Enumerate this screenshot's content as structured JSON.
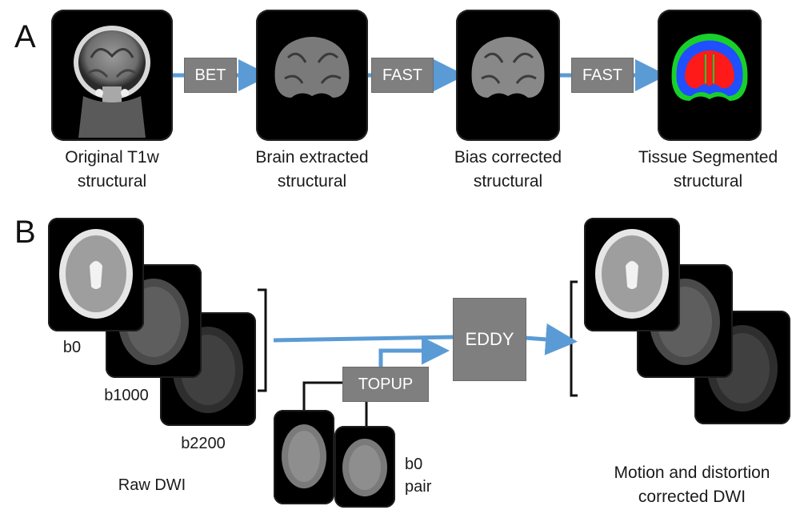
{
  "panel_a": {
    "letter": "A",
    "stages": [
      {
        "line1": "Original T1w",
        "line2": "structural"
      },
      {
        "line1": "Brain extracted",
        "line2": "structural"
      },
      {
        "line1": "Bias corrected",
        "line2": "structural"
      },
      {
        "line1": "Tissue Segmented",
        "line2": "structural"
      }
    ],
    "steps": [
      "BET",
      "FAST",
      "FAST"
    ]
  },
  "panel_b": {
    "letter": "B",
    "raw_labels": [
      "b0",
      "b1000",
      "b2200"
    ],
    "raw_caption": "Raw DWI",
    "topup_label": "TOPUP",
    "eddy_label": "EDDY",
    "pair_label_1": "b0",
    "pair_label_2": "pair",
    "output_line1": "Motion and distortion",
    "output_line2": "corrected DWI"
  },
  "colors": {
    "arrow": "#5b9bd5",
    "box": "#7f7f7f",
    "seg_gm": "#ff1a1a",
    "seg_wm": "#1f4fff",
    "seg_csf": "#18d02a"
  }
}
